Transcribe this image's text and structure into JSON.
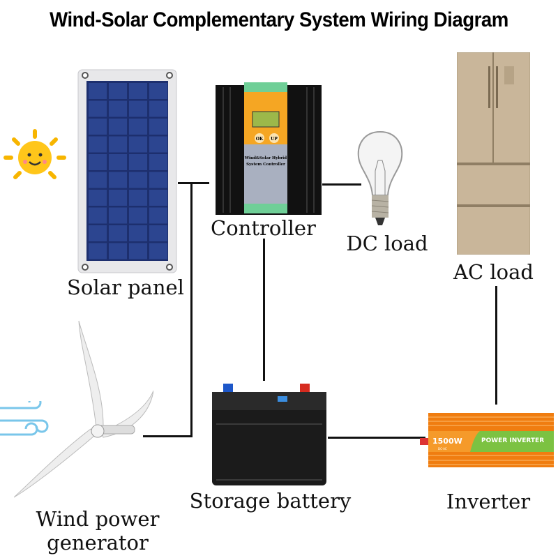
{
  "title": "Wind-Solar Complementary System Wiring Diagram",
  "labels": {
    "solar_panel": "Solar panel",
    "controller": "Controller",
    "dc_load": "DC load",
    "ac_load": "AC load",
    "wind_line1": "Wind power",
    "wind_line2": "generator",
    "battery": "Storage battery",
    "inverter": "Inverter"
  },
  "controller_device": {
    "ok": "OK",
    "up": "UP",
    "name_line1": "Wind&Solar Hybrid",
    "name_line2": "System Controller"
  },
  "inverter_device": {
    "power": "1500W",
    "brand": "POWER INVERTER",
    "sub": "DC-AC"
  },
  "colors": {
    "controller_orange": "#f5a623",
    "inverter_orange": "#f07d10",
    "inverter_green": "#7cc242",
    "panel_blue": "#1d2f6e",
    "wire": "#111111"
  }
}
